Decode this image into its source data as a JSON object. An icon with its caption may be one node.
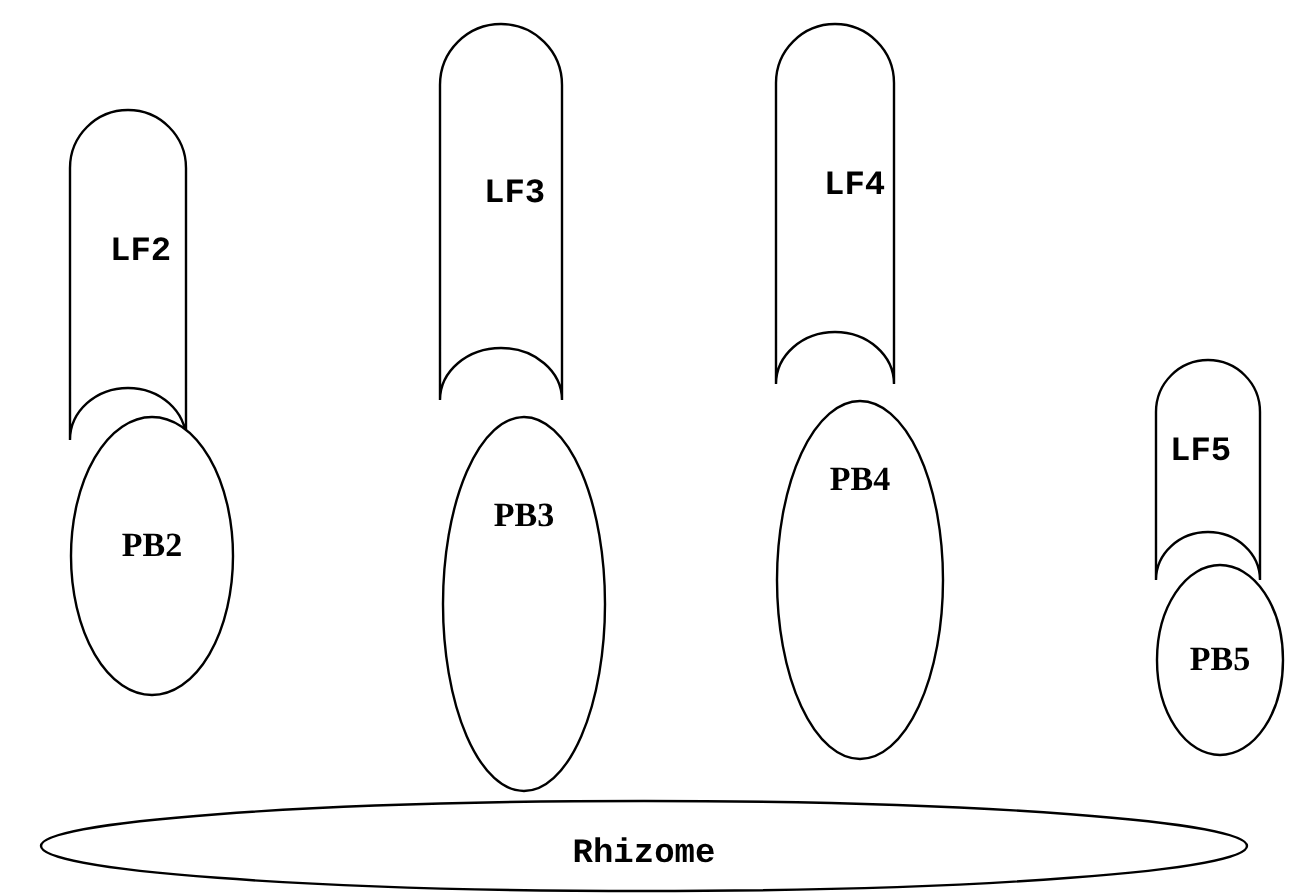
{
  "diagram": {
    "nodes": [
      {
        "text": [
          "LF2"
        ]
      },
      {
        "text": [
          "LF3"
        ]
      },
      {
        "text": [
          "LF4"
        ]
      },
      {
        "text": [
          "LF5"
        ]
      },
      {
        "text": [
          "PB2"
        ]
      },
      {
        "text": [
          "PB3"
        ]
      },
      {
        "text": [
          "PB4"
        ]
      },
      {
        "text": [
          "PB5"
        ]
      },
      {
        "text": [
          "Rhizome"
        ]
      }
    ]
  }
}
